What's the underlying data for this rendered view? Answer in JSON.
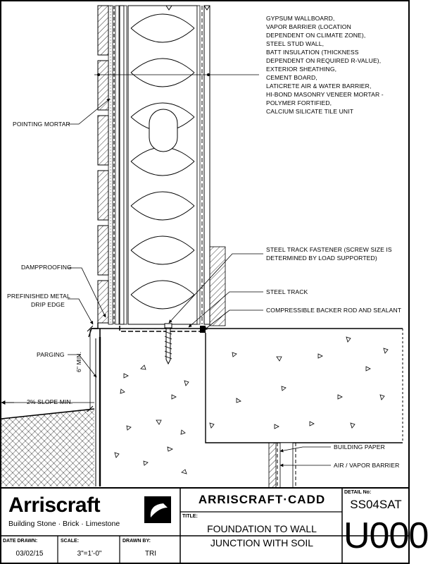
{
  "labels": {
    "layers": [
      "GYPSUM WALLBOARD,",
      "VAPOR BARRIER (LOCATION",
      "DEPENDENT ON CLIMATE ZONE),",
      "STEEL STUD WALL,",
      "BATT INSULATION (THICKNESS",
      "DEPENDENT ON REQUIRED R-VALUE),",
      "EXTERIOR SHEATHING,",
      "CEMENT BOARD,",
      "LATICRETE AIR & WATER BARRIER,",
      "HI-BOND MASONRY VENEER MORTAR -",
      "POLYMER FORTIFIED,",
      "CALCIUM SILICATE TILE UNIT"
    ],
    "pointing_mortar": "POINTING MORTAR",
    "dampproofing": "DAMPPROOFING",
    "drip_edge_1": "PREFINISHED METAL",
    "drip_edge_2": "DRIP EDGE",
    "parging": "PARGING",
    "min_dim": "6\" MIN.",
    "slope": "2% SLOPE MIN.",
    "fastener_1": "STEEL TRACK FASTENER (SCREW SIZE IS",
    "fastener_2": "DETERMINED BY LOAD SUPPORTED)",
    "steel_track": "STEEL TRACK",
    "backer_rod": "COMPRESSIBLE BACKER ROD AND SEALANT",
    "building_paper": "BUILDING PAPER",
    "air_barrier": "AIR / VAPOR BARRIER"
  },
  "title_block": {
    "logo_name": "Arriscraft",
    "logo_tagline": "Building Stone · Brick · Limestone",
    "cadd": "ARRISCRAFT·CADD",
    "title_caption": "TITLE:",
    "title_line1": "FOUNDATION TO WALL",
    "title_line2": "JUNCTION WITH SOIL",
    "detail_caption": "DETAIL No:",
    "detail_code": "SS04SAT",
    "detail_number": "U000",
    "date_caption": "DATE DRAWN:",
    "date_value": "03/02/15",
    "scale_caption": "SCALE:",
    "scale_value": "3\"=1'-0\"",
    "drawn_caption": "DRAWN BY:",
    "drawn_value": "TRI"
  }
}
